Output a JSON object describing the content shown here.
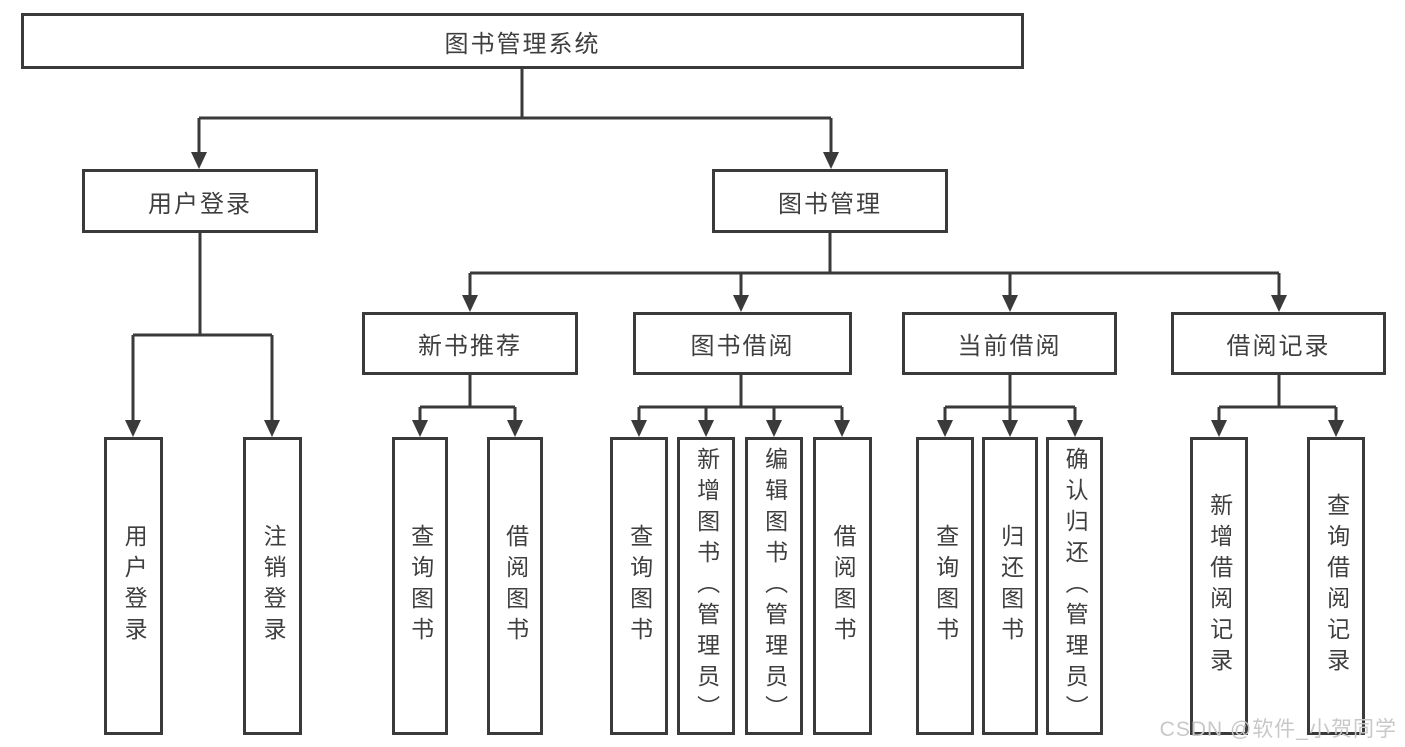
{
  "diagram": {
    "root": {
      "label": "图书管理系统",
      "children": [
        {
          "label": "用户登录",
          "children": [
            {
              "label": "用户登录"
            },
            {
              "label": "注销登录"
            }
          ]
        },
        {
          "label": "图书管理",
          "children": [
            {
              "label": "新书推荐",
              "children": [
                {
                  "label": "查询图书"
                },
                {
                  "label": "借阅图书"
                }
              ]
            },
            {
              "label": "图书借阅",
              "children": [
                {
                  "label": "查询图书"
                },
                {
                  "label": "新增图书（管理员）"
                },
                {
                  "label": "编辑图书（管理员）"
                },
                {
                  "label": "借阅图书"
                }
              ]
            },
            {
              "label": "当前借阅",
              "children": [
                {
                  "label": "查询图书"
                },
                {
                  "label": "归还图书"
                },
                {
                  "label": "确认归还（管理员）"
                }
              ]
            },
            {
              "label": "借阅记录",
              "children": [
                {
                  "label": "新增借阅记录"
                },
                {
                  "label": "查询借阅记录"
                }
              ]
            }
          ]
        }
      ]
    }
  },
  "watermark": {
    "text": "CSDN @软件_小贺同学"
  },
  "colors": {
    "line": "#3a3a3a",
    "text": "#3f3f3f",
    "watermark": "#c8c8c8",
    "background": "#ffffff"
  }
}
